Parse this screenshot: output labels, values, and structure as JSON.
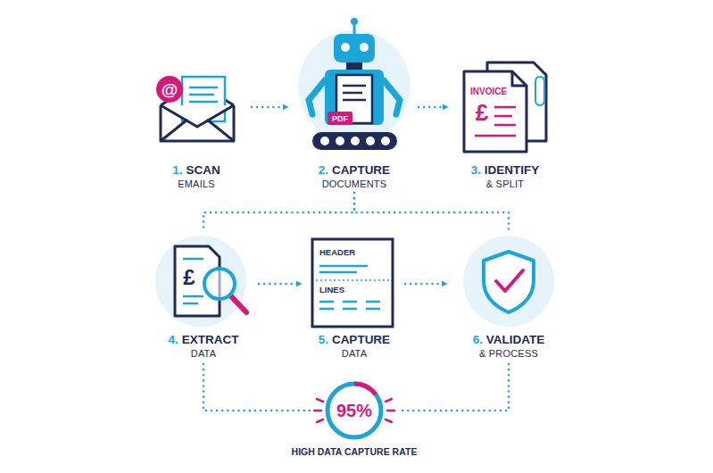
{
  "diagram": {
    "nodes": [
      {
        "text": [
          "1. SCAN",
          "EMAILS"
        ]
      },
      {
        "text": [
          "2. CAPTURE",
          "DOCUMENTS"
        ]
      },
      {
        "text": [
          "3. IDENTIFY",
          "& SPLIT"
        ]
      },
      {
        "text": [
          "4. EXTRACT",
          "DATA"
        ]
      },
      {
        "text": [
          "5. CAPTURE",
          "DATA"
        ]
      },
      {
        "text": [
          "6. VALIDATE",
          "& PROCESS"
        ]
      },
      {
        "text": [
          "95%",
          "HIGH DATA CAPTURE RATE"
        ]
      }
    ],
    "edges": [
      {
        "from": 0,
        "to": 1,
        "arrow": "to"
      },
      {
        "from": 1,
        "to": 2,
        "arrow": "to"
      },
      {
        "from": 1,
        "to": 3,
        "arrow": "none"
      },
      {
        "from": 1,
        "to": 5,
        "arrow": "none"
      },
      {
        "from": 3,
        "to": 4,
        "arrow": "to"
      },
      {
        "from": 4,
        "to": 5,
        "arrow": "to"
      },
      {
        "from": 3,
        "to": 6,
        "arrow": "none"
      },
      {
        "from": 5,
        "to": 6,
        "arrow": "none"
      }
    ],
    "labels": [
      "@",
      "PDF",
      "INVOICE",
      "£",
      "£",
      "HEADER",
      "LINES"
    ]
  }
}
